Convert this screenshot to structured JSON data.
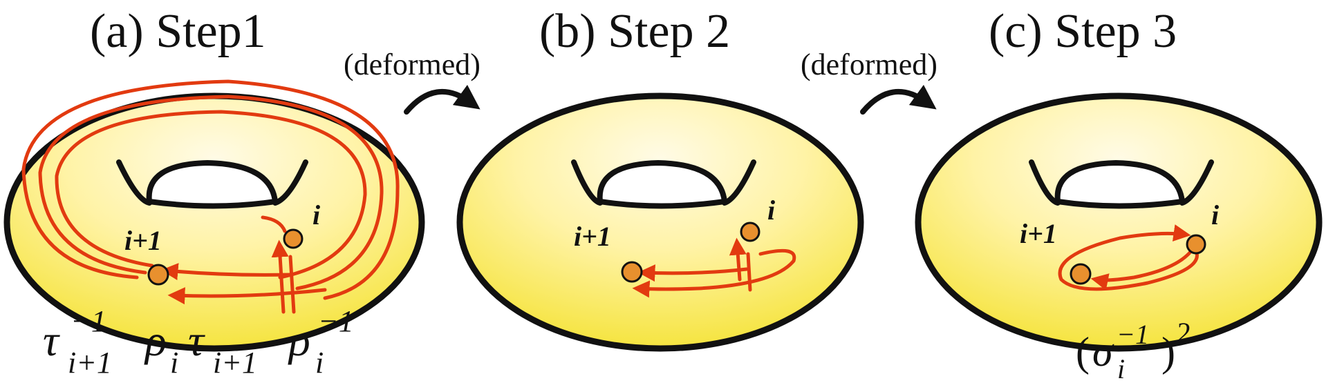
{
  "panels": [
    {
      "title": "(a) Step1",
      "label_i": "i",
      "label_i1": "i+1",
      "formula": {
        "parts": [
          {
            "base": "τ",
            "sub": "i+1",
            "sup": "−1"
          },
          {
            "base": "ρ",
            "sub": "i",
            "sup": ""
          },
          {
            "base": "τ",
            "sub": "i+1",
            "sup": ""
          },
          {
            "base": "ρ",
            "sub": "i",
            "sup": "−1"
          }
        ]
      }
    },
    {
      "title": "(b) Step 2",
      "label_i": "i",
      "label_i1": "i+1"
    },
    {
      "title": "(c) Step 3",
      "label_i": "i",
      "label_i1": "i+1",
      "formula": {
        "open": "(",
        "base": "σ",
        "sub": "i",
        "sup": "−1",
        "close": ")",
        "outer_sup": "2"
      }
    }
  ],
  "transitions": [
    {
      "label": "(deformed)"
    },
    {
      "label": "(deformed)"
    }
  ],
  "colors": {
    "loop": "#e23a10",
    "point": "#e8902e",
    "torus_top": "#fff6c9",
    "torus_bottom": "#f7ea3a",
    "outline": "#111111"
  }
}
